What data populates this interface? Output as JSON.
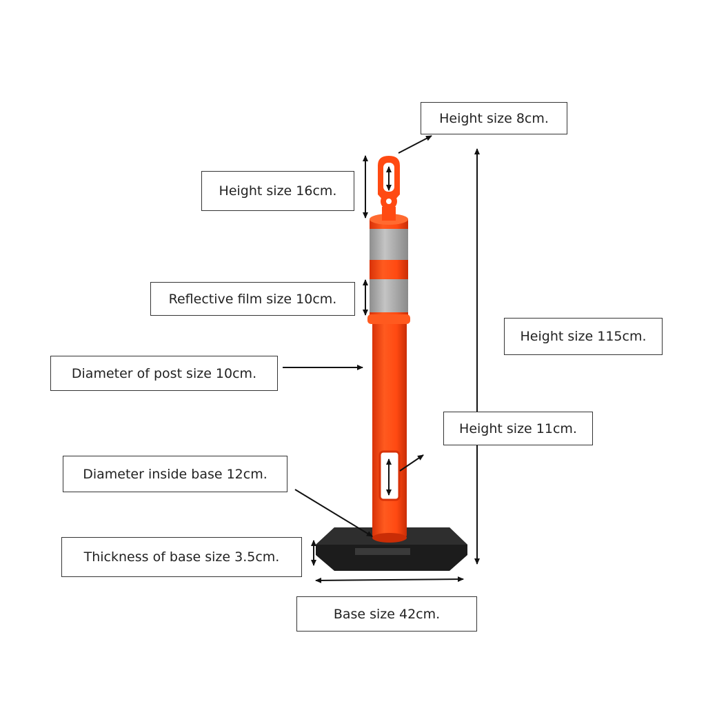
{
  "labels": {
    "top_loop_height": "Height size 8cm.",
    "top_section_height": "Height size 16cm.",
    "reflective_film": "Reflective film size 10cm.",
    "post_diameter": "Diameter of post size 10cm.",
    "total_height": "Height size 115cm.",
    "handle_height": "Height size 11cm.",
    "inner_base_diameter": "Diameter inside base 12cm.",
    "base_thickness": "Thickness of base size 3.5cm.",
    "base_size": "Base size 42cm."
  },
  "colors": {
    "post_orange": "#ff4a12",
    "post_shadow": "#d83208",
    "reflective_gray": "#a9a9a9",
    "base_black": "#1c1c1c",
    "arrow": "#111111"
  }
}
